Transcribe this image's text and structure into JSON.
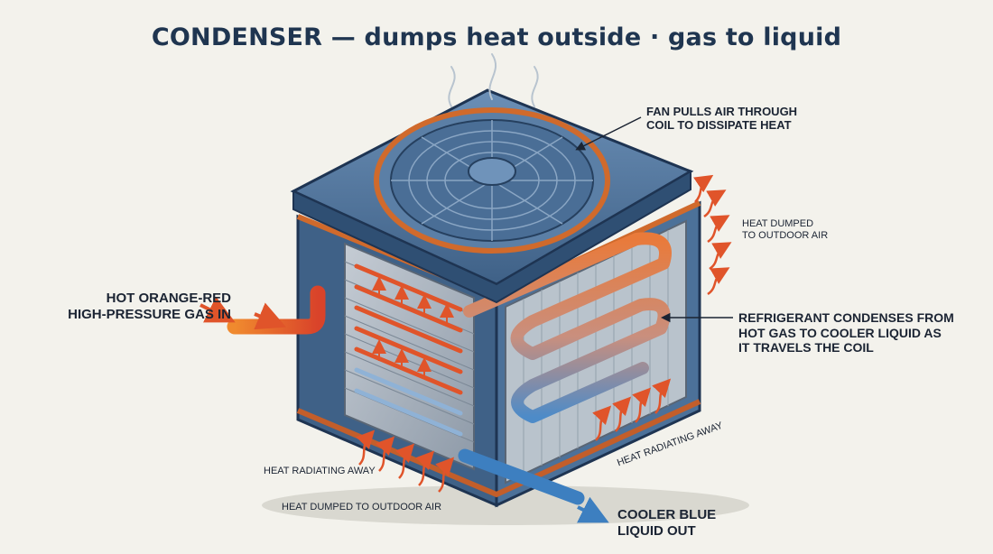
{
  "title": "CONDENSER — dumps heat outside · gas to liquid",
  "labels": {
    "hot_gas_in": [
      "HOT ORANGE-RED",
      "HIGH-PRESSURE GAS IN"
    ],
    "fan": [
      "FAN PULLS AIR THROUGH",
      "COIL TO DISSIPATE HEAT"
    ],
    "heat_dumped_right": [
      "HEAT DUMPED",
      "TO OUTDOOR AIR"
    ],
    "refrigerant": [
      "REFRIGERANT CONDENSES FROM",
      "HOT GAS TO COOLER LIQUID AS",
      "IT TRAVELS THE COIL"
    ],
    "heat_radiating_left": "HEAT RADIATING AWAY",
    "heat_radiating_right": "HEAT RADIATING AWAY",
    "heat_dumped_bottom": "HEAT DUMPED TO OUTDOOR AIR",
    "liquid_out": [
      "COOLER BLUE",
      "LIQUID OUT"
    ]
  },
  "colors": {
    "hot": "#e0542a",
    "cool": "#3d7fc0",
    "casing": "#4c7199",
    "title": "#1f3550"
  }
}
